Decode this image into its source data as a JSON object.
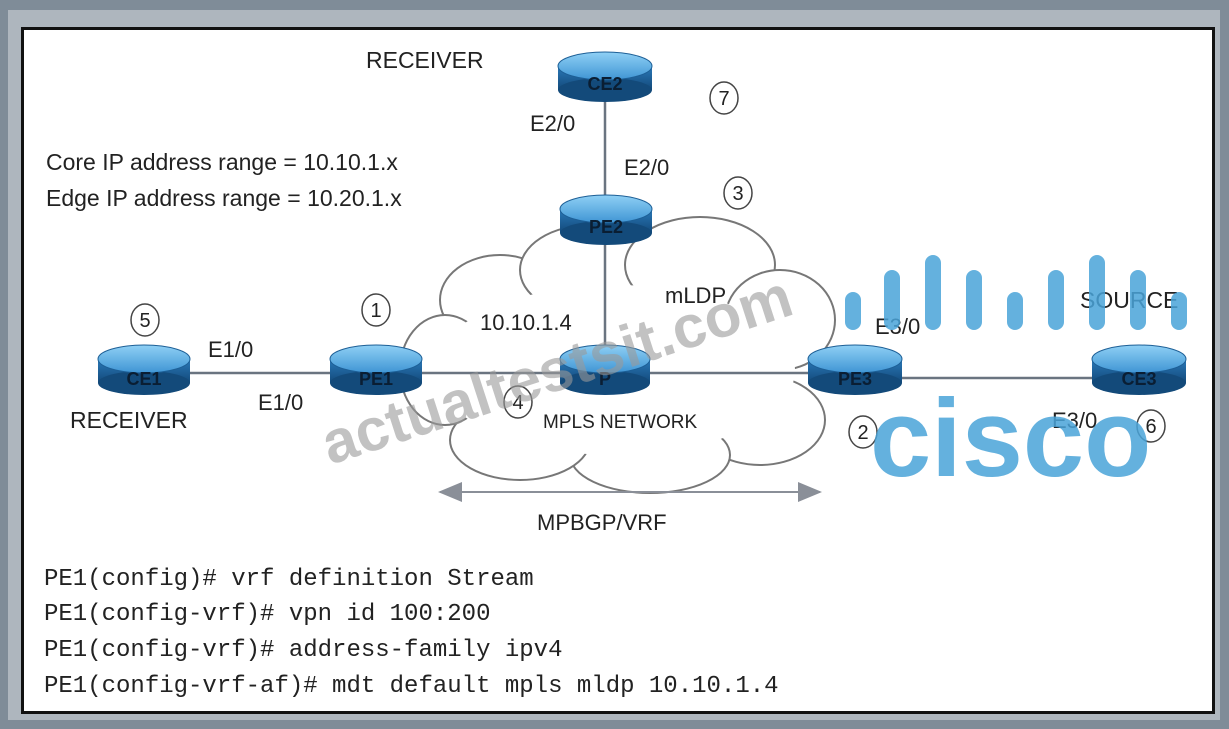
{
  "routers": {
    "ce2": "CE2",
    "pe2": "PE2",
    "ce1": "CE1",
    "pe1": "PE1",
    "p": "P",
    "pe3": "PE3",
    "ce3": "CE3"
  },
  "roles": {
    "receiver_top": "RECEIVER",
    "receiver_left": "RECEIVER",
    "source": "SOURCE"
  },
  "interfaces": {
    "ce2_e20": "E2/0",
    "pe2_e20": "E2/0",
    "ce1_e10": "E1/0",
    "pe1_e10": "E1/0",
    "pe3_e30": "E3/0",
    "ce3_e30": "E3/0"
  },
  "notes": {
    "core_range": "Core IP address range = 10.10.1.x",
    "edge_range": "Edge IP address range = 10.20.1.x",
    "p_address": "10.10.1.4",
    "mldp": "mLDP",
    "mpls_network": "MPLS NETWORK",
    "mpbgp_vrf": "MPBGP/VRF"
  },
  "markers": [
    "1",
    "2",
    "3",
    "4",
    "5",
    "6",
    "7"
  ],
  "watermark": {
    "text": "actualtestsit.com",
    "logo_text": "cisco"
  },
  "config_lines": [
    "PE1(config)# vrf definition Stream",
    "PE1(config-vrf)# vpn id 100:200",
    "PE1(config-vrf)# address-family ipv4",
    "PE1(config-vrf-af)# mdt default mpls mldp 10.10.1.4"
  ],
  "colors": {
    "router_top": "#5ab0e6",
    "router_side": "#1d5f96",
    "watermark_blue": "#49a3d8",
    "watermark_gray": "#9a9a9a"
  }
}
